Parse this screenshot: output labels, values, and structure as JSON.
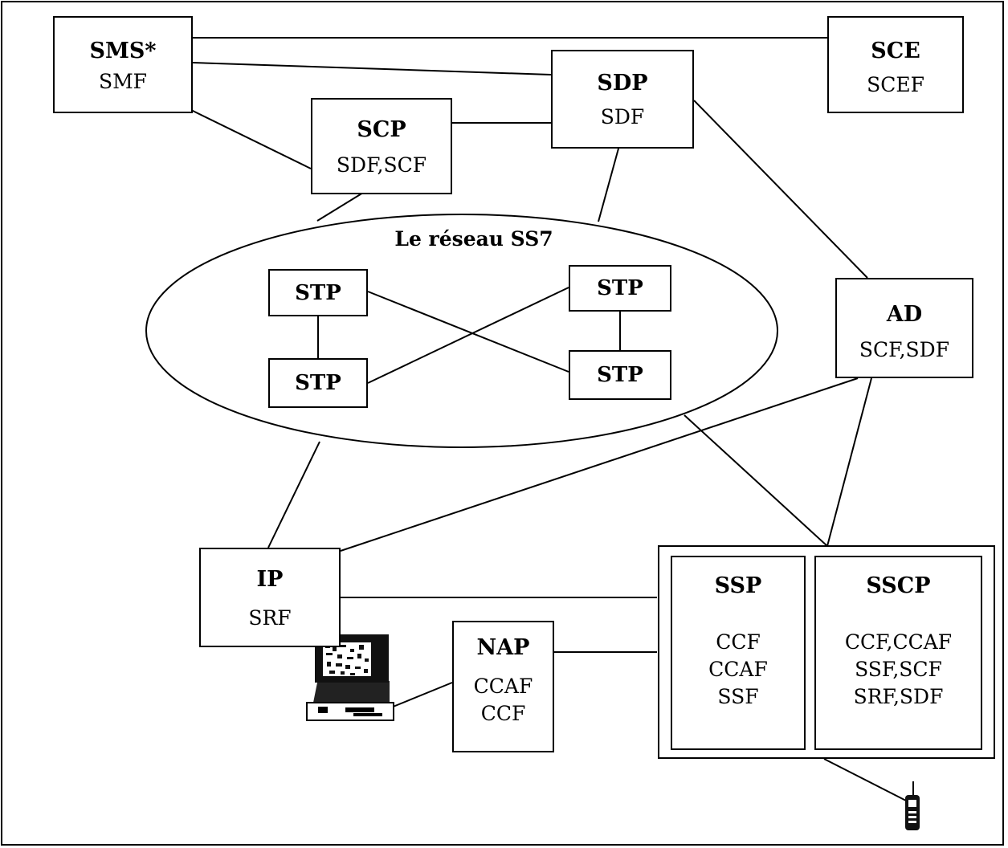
{
  "nodes": {
    "sms": {
      "title": "SMS*",
      "functions": [
        "SMF"
      ]
    },
    "sce": {
      "title": "SCE",
      "functions": [
        "SCEF"
      ]
    },
    "sdp": {
      "title": "SDP",
      "functions": [
        "SDF"
      ]
    },
    "scp": {
      "title": "SCP",
      "functions": [
        "SDF,SCF"
      ]
    },
    "ad": {
      "title": "AD",
      "functions": [
        "SCF,SDF"
      ]
    },
    "ip": {
      "title": "IP",
      "functions": [
        "SRF"
      ]
    },
    "nap": {
      "title": "NAP",
      "functions": [
        "CCAF",
        "CCF"
      ]
    },
    "ssp": {
      "title": "SSP",
      "functions": [
        "CCF",
        "CCAF",
        "SSF"
      ]
    },
    "sscp": {
      "title": "SSCP",
      "functions": [
        "CCF,CCAF",
        "SSF,SCF",
        "SRF,SDF"
      ]
    }
  },
  "ss7": {
    "title": "Le réseau SS7",
    "stp_label": "STP"
  },
  "icons": [
    "computer-terminal-icon",
    "mobile-phone-icon"
  ]
}
